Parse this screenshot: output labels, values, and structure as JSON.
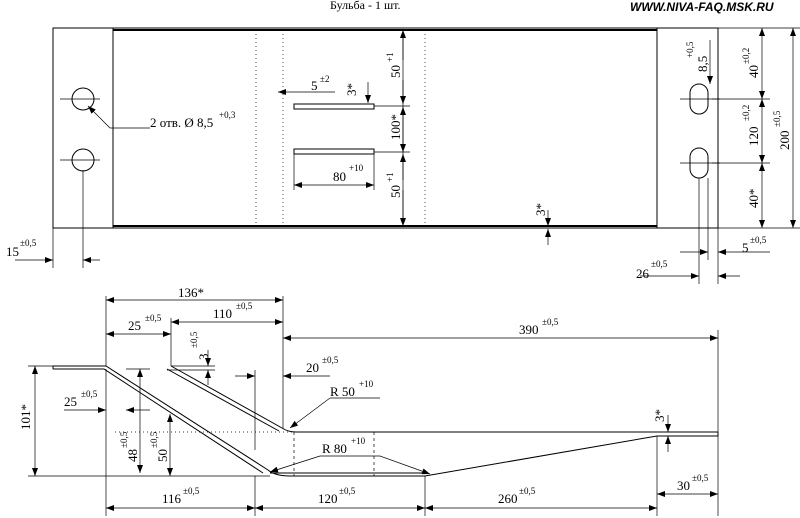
{
  "header": {
    "title": "Бульба - 1 шт.",
    "site": "WWW.NIVA-FAQ.MSK.RU"
  },
  "top_view": {
    "holes_note": {
      "text": "2 отв. Ø 8,5",
      "tol": "+0,3"
    },
    "slot_w": {
      "val": "5",
      "tol": "±2"
    },
    "slot_t": {
      "val": "3*"
    },
    "slot_len": {
      "val": "80",
      "tol": "+10"
    },
    "dim_50_top": {
      "val": "50",
      "tol": "+1"
    },
    "dim_100": {
      "val": "100*"
    },
    "dim_50_bot": {
      "val": "50",
      "tol": "+1"
    },
    "dim_3_edge": {
      "val": "3*"
    },
    "dim_8_5": {
      "val": "8,5",
      "tol": "+0,5"
    },
    "dim_40_top": {
      "val": "40",
      "tol": "±0,2"
    },
    "dim_120": {
      "val": "120",
      "tol": "±0,2"
    },
    "dim_40_bot": {
      "val": "40*"
    },
    "dim_200": {
      "val": "200",
      "tol": "±0,5"
    },
    "dim_15": {
      "val": "15",
      "tol": "±0,5"
    },
    "dim_26": {
      "val": "26",
      "tol": "±0,5"
    },
    "dim_5": {
      "val": "5",
      "tol": "±0,5"
    }
  },
  "side_view": {
    "dim_136": {
      "val": "136*"
    },
    "dim_25_top": {
      "val": "25",
      "tol": "±0,5"
    },
    "dim_110": {
      "val": "110",
      "tol": "±0,5"
    },
    "dim_3_top": {
      "val": "3",
      "tol": "±0,5"
    },
    "dim_390": {
      "val": "390",
      "tol": "±0,5"
    },
    "dim_20": {
      "val": "20",
      "tol": "±0,5"
    },
    "r50": {
      "val": "R 50",
      "tol": "+10"
    },
    "r80": {
      "val": "R 80",
      "tol": "+10"
    },
    "dim_101": {
      "val": "101*"
    },
    "dim_25_left": {
      "val": "25",
      "tol": "±0,5"
    },
    "dim_48": {
      "val": "48",
      "tol": "±0,5"
    },
    "dim_50": {
      "val": "50",
      "tol": "±0,5"
    },
    "dim_3_right": {
      "val": "3*"
    },
    "dim_116": {
      "val": "116",
      "tol": "±0,5"
    },
    "dim_120": {
      "val": "120",
      "tol": "±0,5"
    },
    "dim_260": {
      "val": "260",
      "tol": "±0,5"
    },
    "dim_30": {
      "val": "30",
      "tol": "±0,5"
    }
  }
}
